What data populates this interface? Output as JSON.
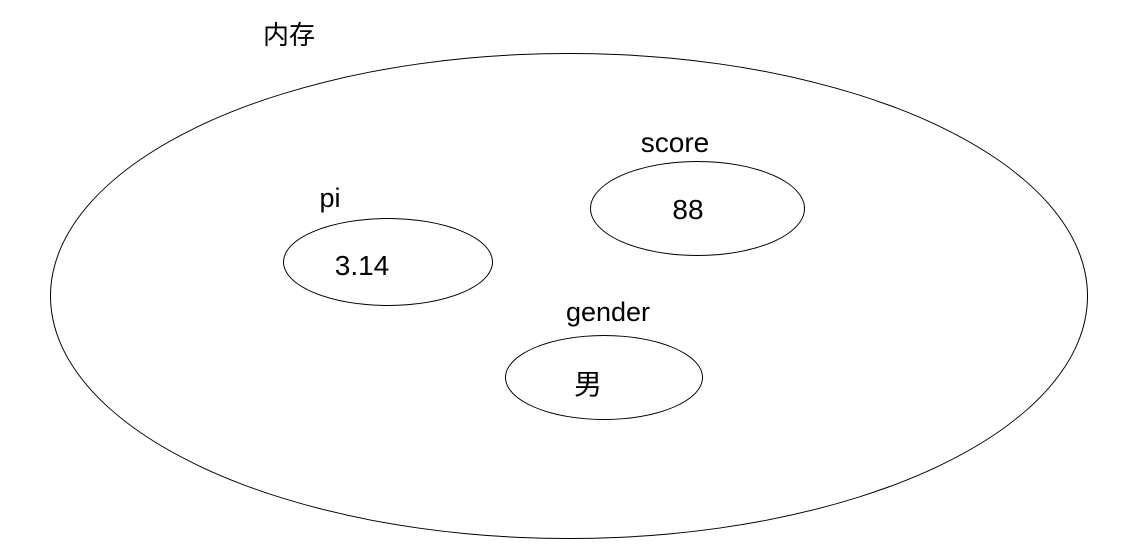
{
  "diagram": {
    "title": "内存",
    "variables": [
      {
        "name": "pi",
        "value": "3.14"
      },
      {
        "name": "score",
        "value": "88"
      },
      {
        "name": "gender",
        "value": "男"
      }
    ]
  }
}
